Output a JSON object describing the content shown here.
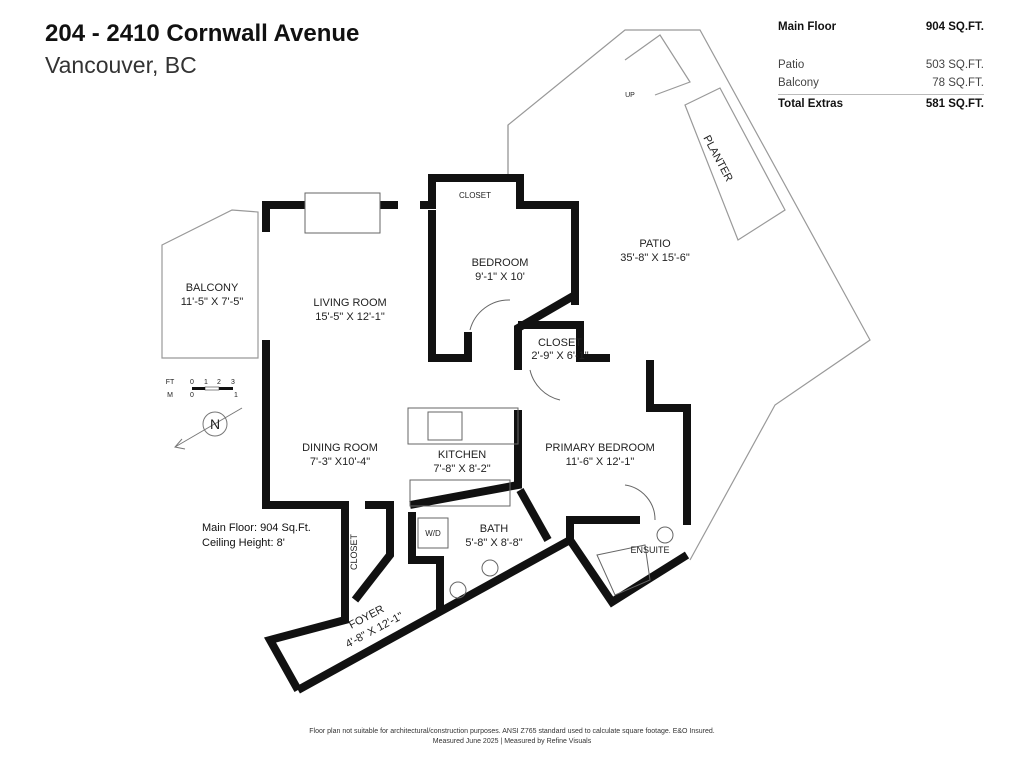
{
  "header": {
    "title": "204 - 2410 Cornwall Avenue",
    "subtitle": "Vancouver, BC"
  },
  "areas": {
    "main_floor": {
      "label": "Main Floor",
      "value": "904 SQ.FT."
    },
    "extras": [
      {
        "label": "Patio",
        "value": "503 SQ.FT."
      },
      {
        "label": "Balcony",
        "value": "78 SQ.FT."
      }
    ],
    "total_extras": {
      "label": "Total Extras",
      "value": "581 SQ.FT."
    }
  },
  "rooms": {
    "balcony": {
      "name": "BALCONY",
      "dims": "11'-5\" X 7'-5\""
    },
    "living": {
      "name": "LIVING ROOM",
      "dims": "15'-5\" X 12'-1\""
    },
    "bedroom": {
      "name": "BEDROOM",
      "dims": "9'-1\" X 10'"
    },
    "bedroom_closet": {
      "name": "CLOSET"
    },
    "patio": {
      "name": "PATIO",
      "dims": "35'-8\"  X 15'-6\""
    },
    "planter": {
      "name": "PLANTER"
    },
    "up": {
      "name": "UP"
    },
    "closet": {
      "name": "CLOSET",
      "dims": "2'-9\" X 6'-1\""
    },
    "dining": {
      "name": "DINING ROOM",
      "dims": "7'-3\" X10'-4\""
    },
    "kitchen": {
      "name": "KITCHEN",
      "dims": "7'-8\" X 8'-2\""
    },
    "primary": {
      "name": "PRIMARY BEDROOM",
      "dims": "11'-6\" X 12'-1\""
    },
    "ensuite": {
      "name": "ENSUITE"
    },
    "bath": {
      "name": "BATH",
      "dims": "5'-8\" X 8'-8\""
    },
    "wd": {
      "name": "W/D"
    },
    "foyer_closet": {
      "name": "CLOSET"
    },
    "foyer": {
      "name": "FOYER",
      "dims": "4'-8\" X 12'-1\""
    }
  },
  "scale": {
    "ft_label": "FT",
    "ft_ticks": [
      "0",
      "1",
      "2",
      "3"
    ],
    "m_label": "M",
    "m_ticks": [
      "0",
      "1"
    ]
  },
  "compass": {
    "letter": "N"
  },
  "info": {
    "main_floor": "Main Floor: 904 Sq.Ft.",
    "ceiling": "Ceiling Height: 8'"
  },
  "footer": {
    "disclaimer": "Floor plan not suitable for architectural/construction purposes. ANSI Z765 standard used to calculate square footage. E&O Insured.",
    "measured": "Measured June 2025 | Measured by Refine Visuals"
  }
}
